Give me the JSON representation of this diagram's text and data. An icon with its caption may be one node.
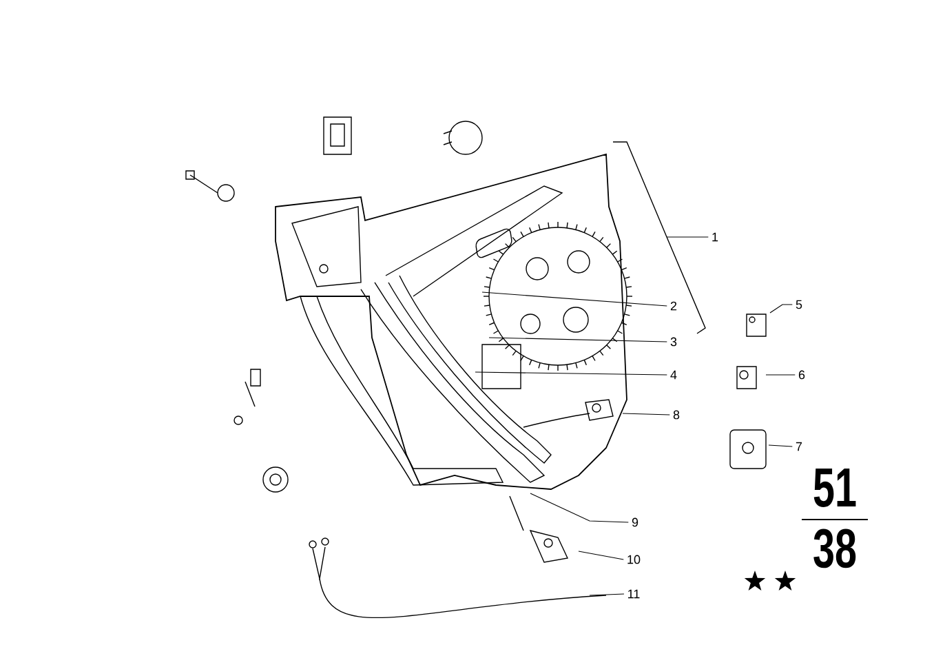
{
  "diagram": {
    "nodes": [
      {
        "text": [
          "1"
        ]
      },
      {
        "text": [
          "2"
        ]
      },
      {
        "text": [
          "3"
        ]
      },
      {
        "text": [
          "4"
        ]
      },
      {
        "text": [
          "5"
        ]
      },
      {
        "text": [
          "6"
        ]
      },
      {
        "text": [
          "7"
        ]
      },
      {
        "text": [
          "8"
        ]
      },
      {
        "text": [
          "9"
        ]
      },
      {
        "text": [
          "10"
        ]
      },
      {
        "text": [
          "11"
        ]
      }
    ],
    "edges": [
      {
        "from": 0,
        "to": null,
        "arrow": "none"
      },
      {
        "from": 1,
        "to": null,
        "arrow": "none"
      },
      {
        "from": 2,
        "to": null,
        "arrow": "none"
      },
      {
        "from": 3,
        "to": null,
        "arrow": "none"
      },
      {
        "from": 4,
        "to": null,
        "arrow": "none"
      },
      {
        "from": 5,
        "to": null,
        "arrow": "none"
      },
      {
        "from": 6,
        "to": null,
        "arrow": "none"
      },
      {
        "from": 7,
        "to": null,
        "arrow": "none"
      },
      {
        "from": 8,
        "to": null,
        "arrow": "none"
      },
      {
        "from": 9,
        "to": null,
        "arrow": "none"
      },
      {
        "from": 10,
        "to": null,
        "arrow": "none"
      }
    ],
    "labels": [
      "51",
      "38"
    ]
  }
}
